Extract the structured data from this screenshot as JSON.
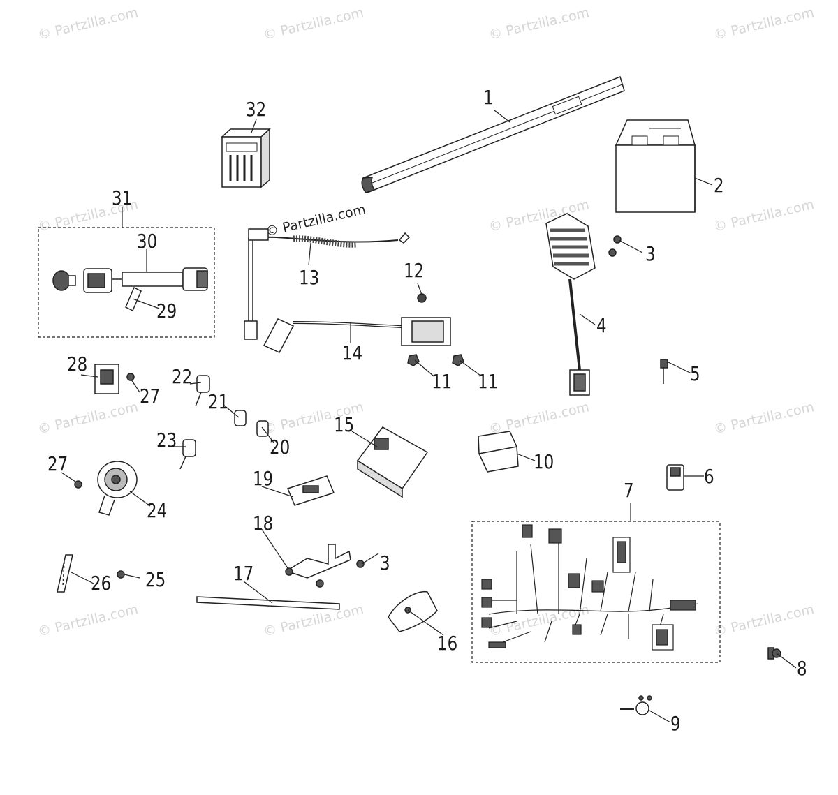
{
  "watermark": "© Partzilla.com",
  "watermark_center": "© Partzilla.com",
  "callouts": {
    "c1": "1",
    "c2": "2",
    "c3a": "3",
    "c3b": "3",
    "c4": "4",
    "c5": "5",
    "c6": "6",
    "c7": "7",
    "c8": "8",
    "c9": "9",
    "c10": "10",
    "c11a": "11",
    "c11b": "11",
    "c12": "12",
    "c13": "13",
    "c14": "14",
    "c15": "15",
    "c16": "16",
    "c17": "17",
    "c18": "18",
    "c19": "19",
    "c20": "20",
    "c21": "21",
    "c22": "22",
    "c23": "23",
    "c24": "24",
    "c25": "25",
    "c26": "26",
    "c27a": "27",
    "c27b": "27",
    "c28": "28",
    "c29": "29",
    "c30": "30",
    "c31": "31",
    "c32": "32"
  }
}
